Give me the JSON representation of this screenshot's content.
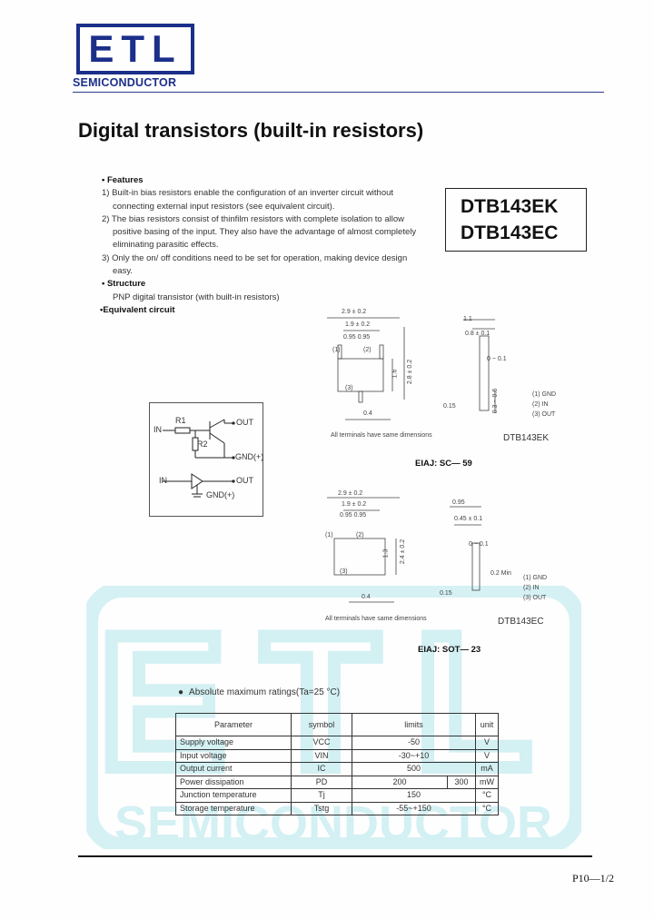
{
  "header": {
    "logo_letters": "ETL",
    "logo_subtitle": "SEMICONDUCTOR"
  },
  "title": "Digital transistors (built-in resistors)",
  "part_numbers": [
    "DTB143EK",
    "DTB143EC"
  ],
  "features": {
    "heading": "• Features",
    "items": [
      "1) Built-in bias resistors enable the configuration of an inverter circuit without",
      "connecting external input resistors (see equivalent circuit).",
      "2) The bias resistors consist of thinfilm resistors with complete isolation to allow",
      "positive basing of the input. They also have the advantage of almost completely",
      "eliminating parasitic effects.",
      "3) Only the on/ off conditions need to be set for operation, making device design",
      "easy."
    ]
  },
  "structure": {
    "heading": "• Structure",
    "text": "PNP digital transistor (with built-in resistors)"
  },
  "equivalent": {
    "heading": "•Equivalent circuit"
  },
  "circuit": {
    "r1": "R1",
    "r2": "R2",
    "in1": "IN",
    "out1": "OUT",
    "gnd1": "GND(+)",
    "in2": "IN",
    "out2": "OUT",
    "gnd2": "GND(+)"
  },
  "pkg1": {
    "dim_width": "2.9 ± 0.2",
    "dim_inner": "1.9 ± 0.2",
    "dim_pitch": "0.95  0.95",
    "dim_height1": "1.6",
    "dim_height2": "2.8 ± 0.2",
    "dim_lead": "0.4",
    "pin1": "(1)",
    "pin2": "(2)",
    "pin3": "(3)",
    "side_top": "1.1",
    "side_mid": "0.8 ± 0.1",
    "side_offset": "0 ~ 0.1",
    "side_lead": "0.15",
    "side_height": "0.3 ~ 0.6",
    "pins_legend": [
      "(1) GND",
      "(2) IN",
      "(3) OUT"
    ],
    "note": "All terminals have same dimensions",
    "name": "DTB143EK",
    "eiaj": "EIAJ: SC— 59"
  },
  "pkg2": {
    "dim_width": "2.9 ± 0.2",
    "dim_inner": "1.9 ± 0.2",
    "dim_pitch": "0.95  0.95",
    "dim_height1": "1.3",
    "dim_height2": "2.4 ± 0.2",
    "dim_lead": "0.4",
    "pin1": "(1)",
    "pin2": "(2)",
    "pin3": "(3)",
    "side_top": "0.95",
    "side_mid": "0.45 ± 0.1",
    "side_offset": "0 ~ 0.1",
    "side_lead": "0.15",
    "side_min": "0.2 Min",
    "pins_legend": [
      "(1) GND",
      "(2) IN",
      "(3) OUT"
    ],
    "note": "All terminals have same dimensions",
    "name": "DTB143EC",
    "eiaj": "EIAJ: SOT— 23"
  },
  "ratings": {
    "heading": "Absolute maximum ratings(Ta=25 °C)",
    "headers": [
      "Parameter",
      "symbol",
      "limits",
      "unit"
    ],
    "rows": [
      {
        "param": "Supply voltage",
        "symbol": "VCC",
        "limit": "-50",
        "unit": "V"
      },
      {
        "param": "Input voltage",
        "symbol": "VIN",
        "limit": "-30~+10",
        "unit": "V"
      },
      {
        "param": "Output current",
        "symbol": "IC",
        "limit": "500",
        "unit": "mA"
      },
      {
        "param": "Power dissipation",
        "symbol": "PD",
        "limit_a": "200",
        "limit_b": "300",
        "unit": "mW"
      },
      {
        "param": "Junction temperature",
        "symbol": "Tj",
        "limit": "150",
        "unit": "°C"
      },
      {
        "param": "Storage temperature",
        "symbol": "Tstg",
        "limit": "-55~+150",
        "unit": "°C"
      }
    ]
  },
  "watermark": {
    "letters": "ETL",
    "word": "SEMICONDUCTOR"
  },
  "footer": {
    "page": "P10—1/2"
  },
  "colors": {
    "brand": "#1b2f8a",
    "watermark": "#d3f0f3"
  }
}
